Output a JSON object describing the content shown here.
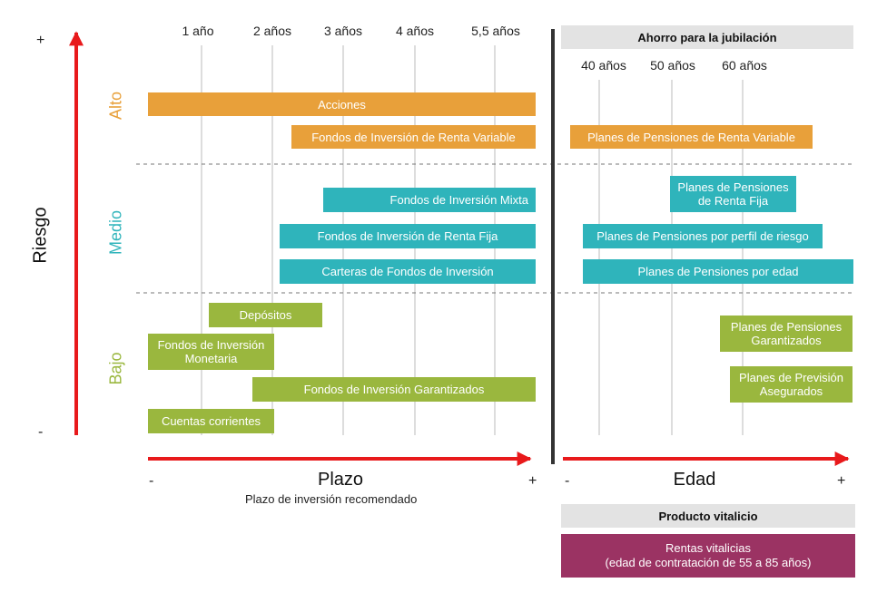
{
  "colors": {
    "alto": "#e8a03a",
    "medio": "#2fb4bb",
    "bajo": "#9ab73e",
    "arrow": "#e8191b",
    "divider": "#333333",
    "header_bg": "#e3e3e3",
    "vitalicio": "#9b3363"
  },
  "y_axis": {
    "title": "Riesgo",
    "plus": "+",
    "minus": "-"
  },
  "levels": {
    "alto": "Alto",
    "medio": "Medio",
    "bajo": "Bajo"
  },
  "plazo": {
    "ticks": [
      "1 año",
      "2 años",
      "3 años",
      "4 años",
      "5,5 años"
    ],
    "title": "Plazo",
    "subtitle": "Plazo de inversión recomendado",
    "minus": "-",
    "plus": "+"
  },
  "edad": {
    "header": "Ahorro para la jubilación",
    "ticks": [
      "40 años",
      "50 años",
      "60 años"
    ],
    "title": "Edad",
    "minus": "-",
    "plus": "+"
  },
  "left_products": {
    "acciones": "Acciones",
    "fi_renta_variable": "Fondos de Inversión de Renta Variable",
    "fi_mixta": "Fondos de Inversión Mixta",
    "fi_renta_fija": "Fondos de Inversión de Renta Fija",
    "carteras_fi": "Carteras de Fondos de Inversión",
    "depositos": "Depósitos",
    "fi_monetaria": "Fondos de Inversión\nMonetaria",
    "fi_garantizados": "Fondos de Inversión Garantizados",
    "cuentas_corrientes": "Cuentas corrientes"
  },
  "right_products": {
    "pp_renta_variable": "Planes de Pensiones de Renta Variable",
    "pp_renta_fija": "Planes de Pensiones\nde Renta Fija",
    "pp_perfil_riesgo": "Planes de Pensiones por perfil de riesgo",
    "pp_edad": "Planes de Pensiones por edad",
    "pp_garantizados": "Planes de Pensiones\nGarantizados",
    "ppa": "Planes de Previsión\nAsegurados"
  },
  "vitalicio": {
    "header": "Producto vitalicio",
    "text": "Rentas vitalicias\n(edad de contratación de 55 a 85 años)"
  }
}
